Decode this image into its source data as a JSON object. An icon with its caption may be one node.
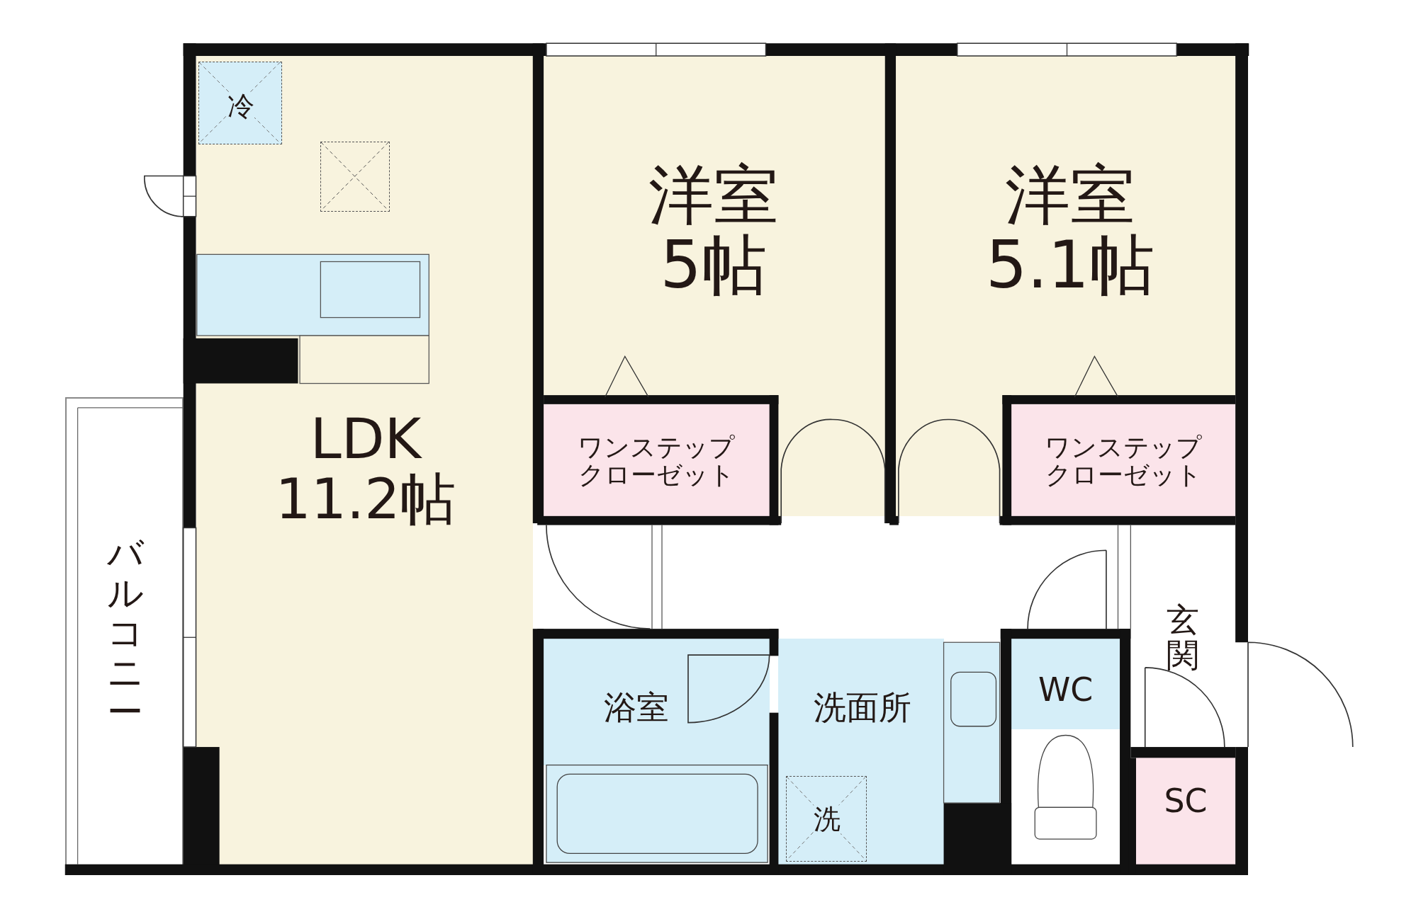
{
  "diagram": {
    "nodes": [
      {
        "text": [
          "LDK",
          "11.2帖"
        ]
      },
      {
        "text": [
          "冷"
        ],
        "in": 0
      },
      {
        "text": [],
        "shape": "box",
        "in": 0
      },
      {
        "text": [
          "洋室",
          "5帖"
        ]
      },
      {
        "text": [
          "ワンステップクローゼット"
        ],
        "in": 3
      },
      {
        "text": [
          "洋室",
          "5.1帖"
        ]
      },
      {
        "text": [
          "ワンステップクローゼット"
        ],
        "in": 5
      },
      {
        "text": [
          "バルコニー"
        ]
      },
      {
        "text": [
          "浴室"
        ]
      },
      {
        "text": [
          "洗面所"
        ]
      },
      {
        "text": [
          "洗"
        ],
        "in": 9
      },
      {
        "text": [
          "WC"
        ]
      },
      {
        "text": [
          "玄関"
        ]
      },
      {
        "text": [
          "SC"
        ]
      }
    ]
  }
}
